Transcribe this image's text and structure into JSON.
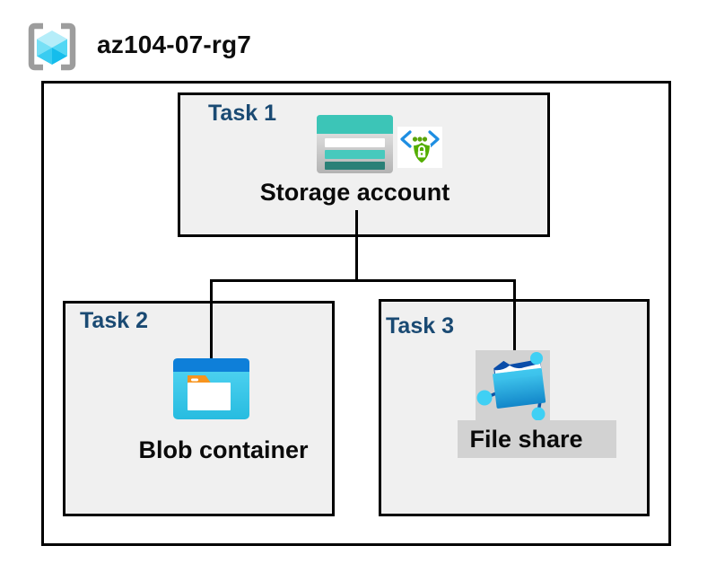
{
  "header": {
    "title": "az104-07-rg7",
    "icon": "resource-group-icon"
  },
  "tasks": [
    {
      "label": "Task 1",
      "caption": "Storage account",
      "icons": [
        "storage-account-icon",
        "secure-access-icon"
      ]
    },
    {
      "label": "Task 2",
      "caption": "Blob container",
      "icons": [
        "blob-container-icon"
      ]
    },
    {
      "label": "Task 3",
      "caption": "File share",
      "icons": [
        "file-share-icon"
      ]
    }
  ],
  "connections": [
    {
      "from": "Storage account",
      "to": "Blob container"
    },
    {
      "from": "Storage account",
      "to": "File share"
    }
  ],
  "colors": {
    "task_label_navy": "#1a4a73",
    "task_box_fill": "#f0f0f0",
    "border_black": "#000000",
    "storage_teal": "#3cc5b7",
    "storage_teal_dark": "#2a8077",
    "blob_bar_blue": "#0e7fd9",
    "blob_cyan": "#35c8ee",
    "folder_tab_orange": "#f7941e",
    "shield_green": "#54ae00",
    "bracket_gray": "#9d9d9d",
    "cube_light_blue": "#b5edf9",
    "chip_gray": "#d2d2d2"
  }
}
